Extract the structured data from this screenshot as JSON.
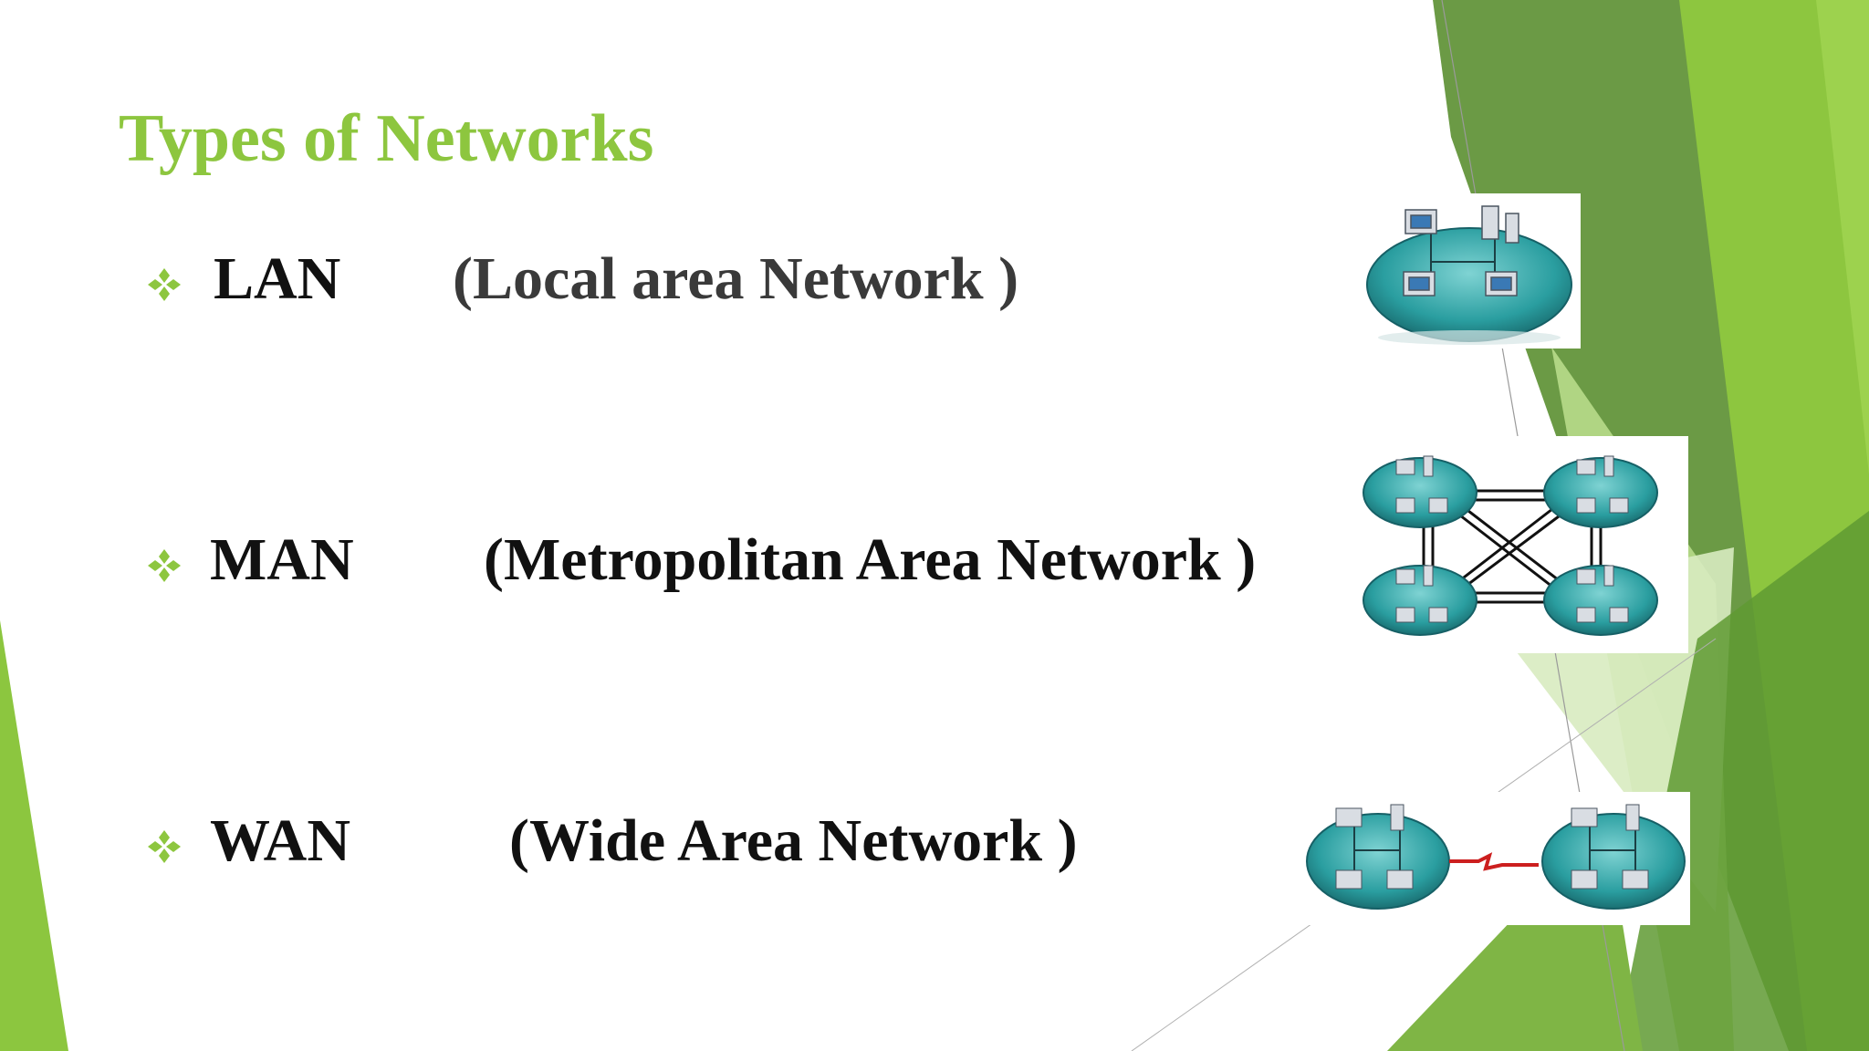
{
  "slide": {
    "title": "Types of Networks",
    "items": [
      {
        "abbr": "LAN",
        "full": "(Local area Network )",
        "diagram": "lan-network-icon"
      },
      {
        "abbr": "MAN",
        "full": "(Metropolitan Area Network )",
        "diagram": "man-network-icon"
      },
      {
        "abbr": "WAN",
        "full": "(Wide Area Network )",
        "diagram": "wan-network-icon"
      }
    ],
    "bullet_icon": "four-diamond-bullet-icon"
  },
  "colors": {
    "title": "#8dc63f",
    "accent_light": "#9fd04c",
    "accent_dark": "#4f8a24",
    "text": "#111111",
    "lan_text": "#3a3a3a"
  }
}
